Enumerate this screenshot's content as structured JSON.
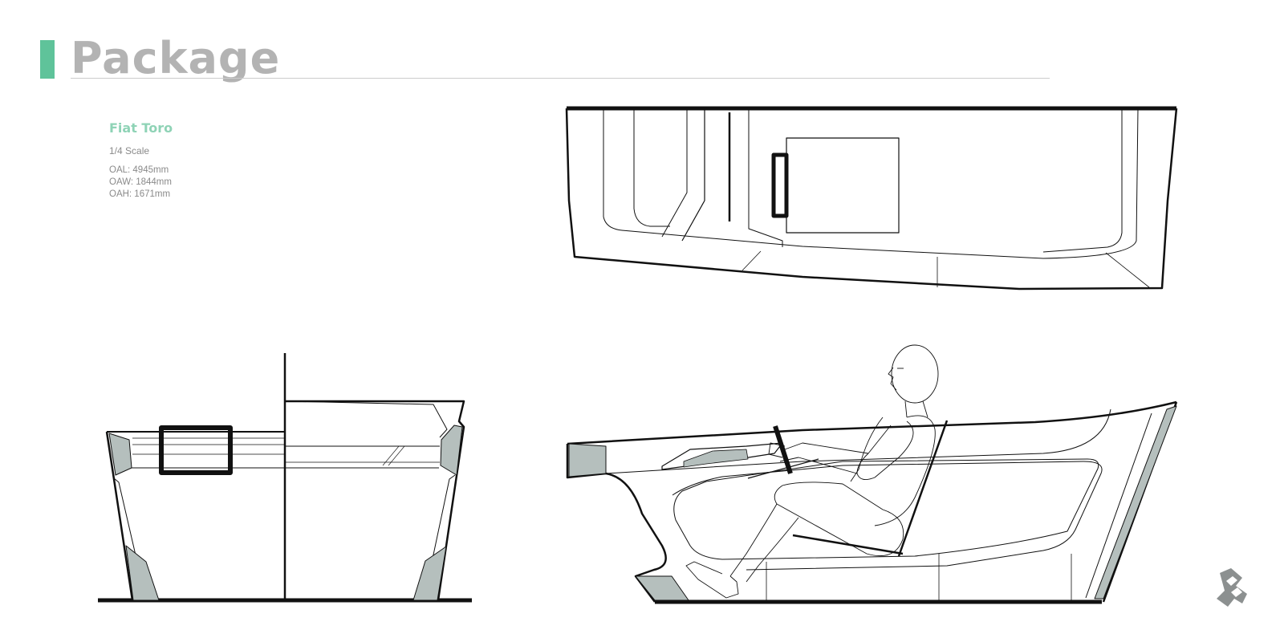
{
  "header": {
    "title": "Package"
  },
  "specs": {
    "model": "Fiat Toro",
    "scale": "1/4 Scale",
    "dimensions": [
      "OAL: 4945mm",
      "OAW: 1844mm",
      "OAH: 1671mm"
    ]
  },
  "colors": {
    "accent": "#5fc39a",
    "model_name": "#8fd3b6",
    "glass": "#b5bfbd",
    "title": "#b3b3b3"
  },
  "icons": {
    "logo": "brand-logo-icon"
  }
}
